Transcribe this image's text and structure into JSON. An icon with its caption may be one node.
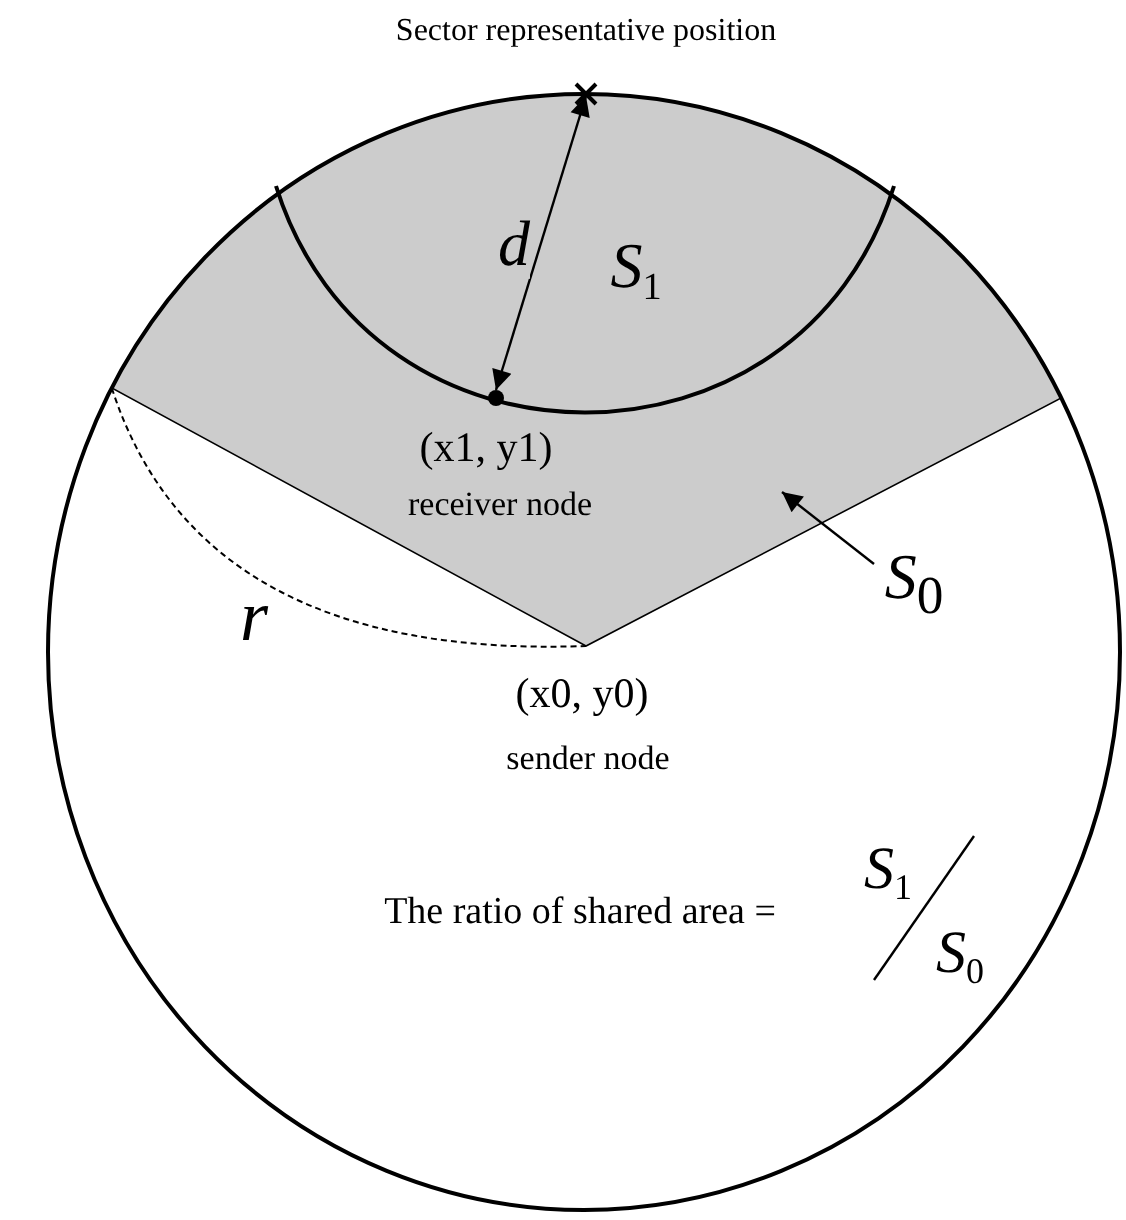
{
  "diagram": {
    "nodes": [
      {
        "text": [],
        "shape": "cross",
        "beside": [
          "Sector representative position"
        ]
      },
      {
        "text": [],
        "shape": "sector"
      },
      {
        "text": [],
        "shape": "circle",
        "in": 1,
        "beside": [
          "(x1, y1)",
          "receiver node"
        ]
      },
      {
        "text": [
          "*S*$_{0}$"
        ]
      }
    ],
    "edges": [
      {
        "from": 2,
        "to": 0,
        "arrow": "both",
        "label": "*d*"
      },
      {
        "from": 3,
        "to": 1,
        "arrow": "to"
      }
    ],
    "labels": [
      "*S*$_{1}$",
      "*r*",
      "(x0, y0)",
      "sender node",
      "The ratio of shared area =",
      "*S*$_{1}$",
      "*S*$_{0}$"
    ]
  }
}
